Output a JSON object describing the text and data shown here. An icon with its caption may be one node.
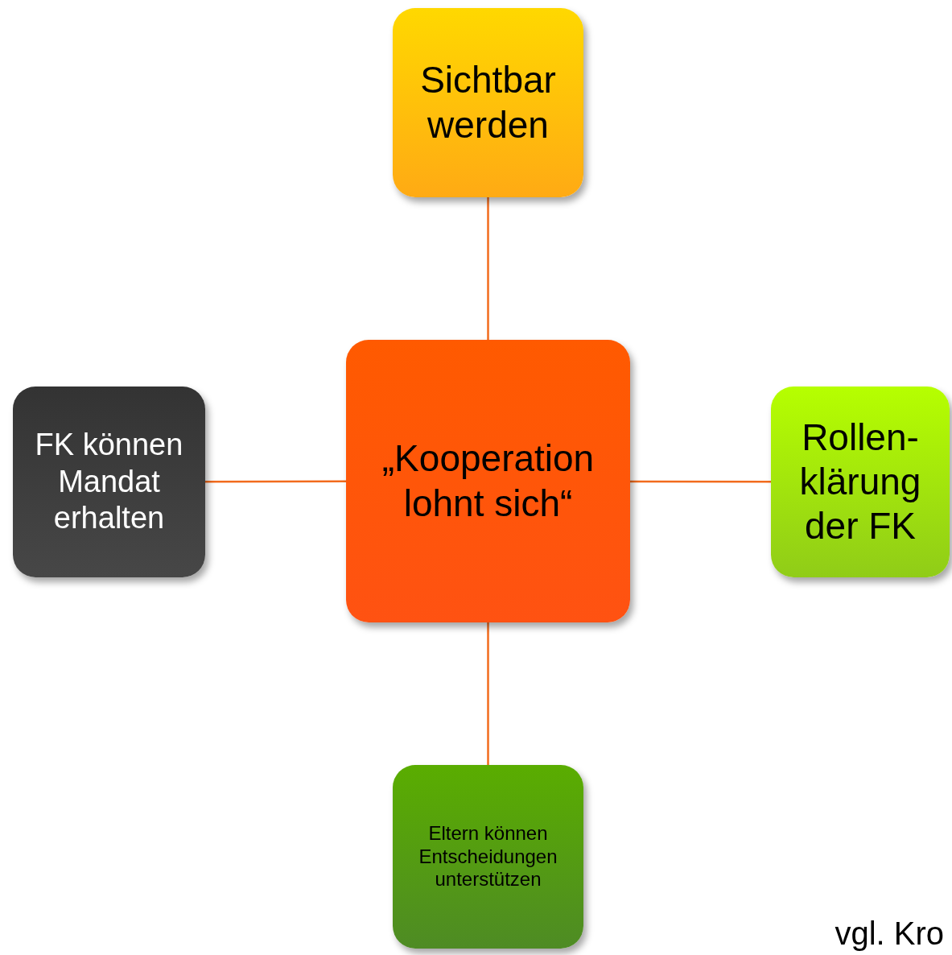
{
  "diagram": {
    "nodes": [
      {
        "text": [
          "„Kooperation lohnt sich“"
        ]
      },
      {
        "text": [
          "Sichtbar werden"
        ]
      },
      {
        "text": [
          "FK können Mandat erhalten"
        ]
      },
      {
        "text": [
          "Rollen- klärung der FK"
        ]
      },
      {
        "text": [
          "Eltern können Entscheidungen unterstützen"
        ]
      }
    ],
    "edges": [
      {
        "from": 1,
        "to": 0,
        "arrow": "none"
      },
      {
        "from": 2,
        "to": 0,
        "arrow": "none"
      },
      {
        "from": 0,
        "to": 3,
        "arrow": "none"
      },
      {
        "from": 0,
        "to": 4,
        "arrow": "none"
      }
    ],
    "labels": [
      "vgl. Kro"
    ]
  }
}
